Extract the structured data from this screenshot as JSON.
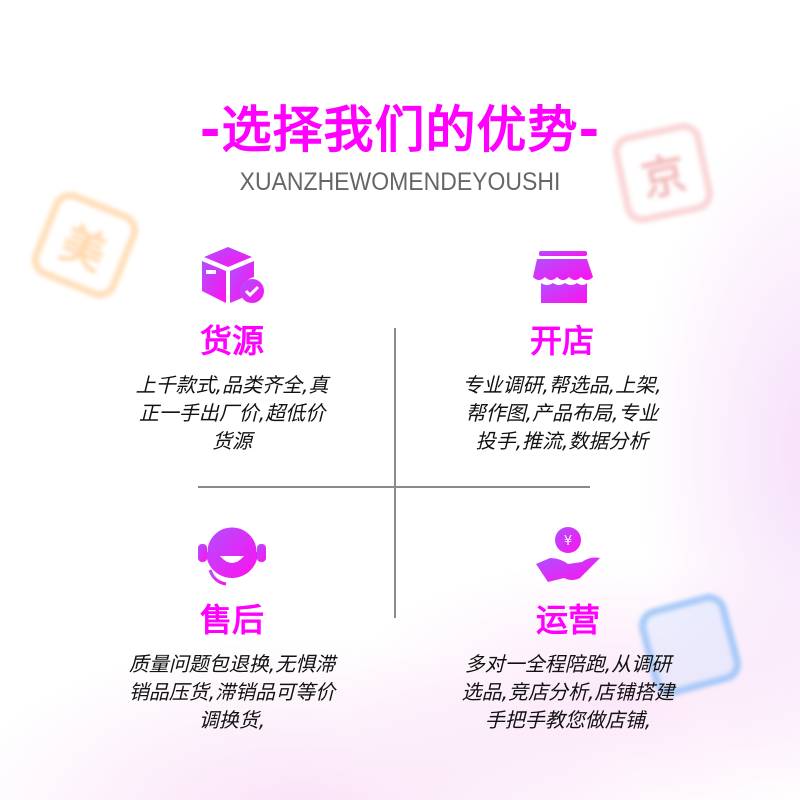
{
  "header": {
    "title": "-选择我们的优势-",
    "subtitle": "XUANZHEWOMENDEYOUSHI"
  },
  "decor": {
    "tile_left": "美",
    "tile_right": "京"
  },
  "colors": {
    "accent": "#ff00ff",
    "text": "#111111",
    "subtitle": "#666666"
  },
  "features": [
    {
      "icon": "box-check-icon",
      "title": "货源",
      "lines": [
        "上千款式,品类齐全,真",
        "正一手出厂价,超低价",
        "货源"
      ]
    },
    {
      "icon": "storefront-icon",
      "title": "开店",
      "lines": [
        "专业调研,帮选品,上架,",
        "帮作图,产品布局,专业",
        "投手,推流,数据分析"
      ]
    },
    {
      "icon": "customer-service-icon",
      "title": "售后",
      "lines": [
        "质量问题包退换,无惧滞",
        "销品压货,滞销品可等价",
        "调换货,"
      ]
    },
    {
      "icon": "yuan-hand-icon",
      "title": "运营",
      "lines": [
        "多对一全程陪跑,从调研",
        "选品,竞店分析,店铺搭建",
        "手把手教您做店铺,"
      ]
    }
  ]
}
